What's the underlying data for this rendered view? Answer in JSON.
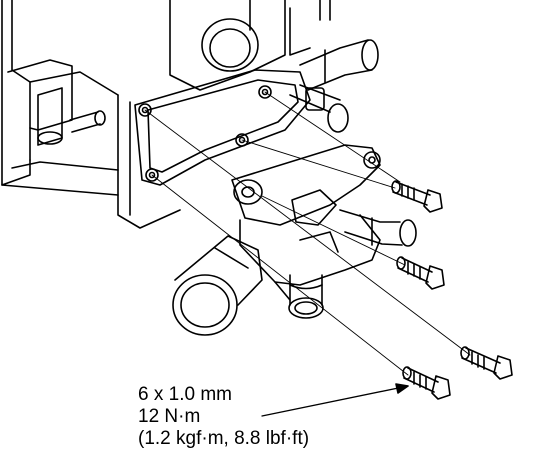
{
  "diagram": {
    "kind": "exploded-view-line-drawing",
    "line_color": "#000000",
    "background": "#ffffff",
    "parts": [
      "engine-block",
      "water-outlet-housing",
      "gasket",
      "mounting-bolts",
      "hose-nipples"
    ]
  },
  "callout": {
    "line1": "6 x 1.0 mm",
    "line2": "12 N·m",
    "line3": "(1.2 kgf·m, 8.8 lbf·ft)"
  }
}
